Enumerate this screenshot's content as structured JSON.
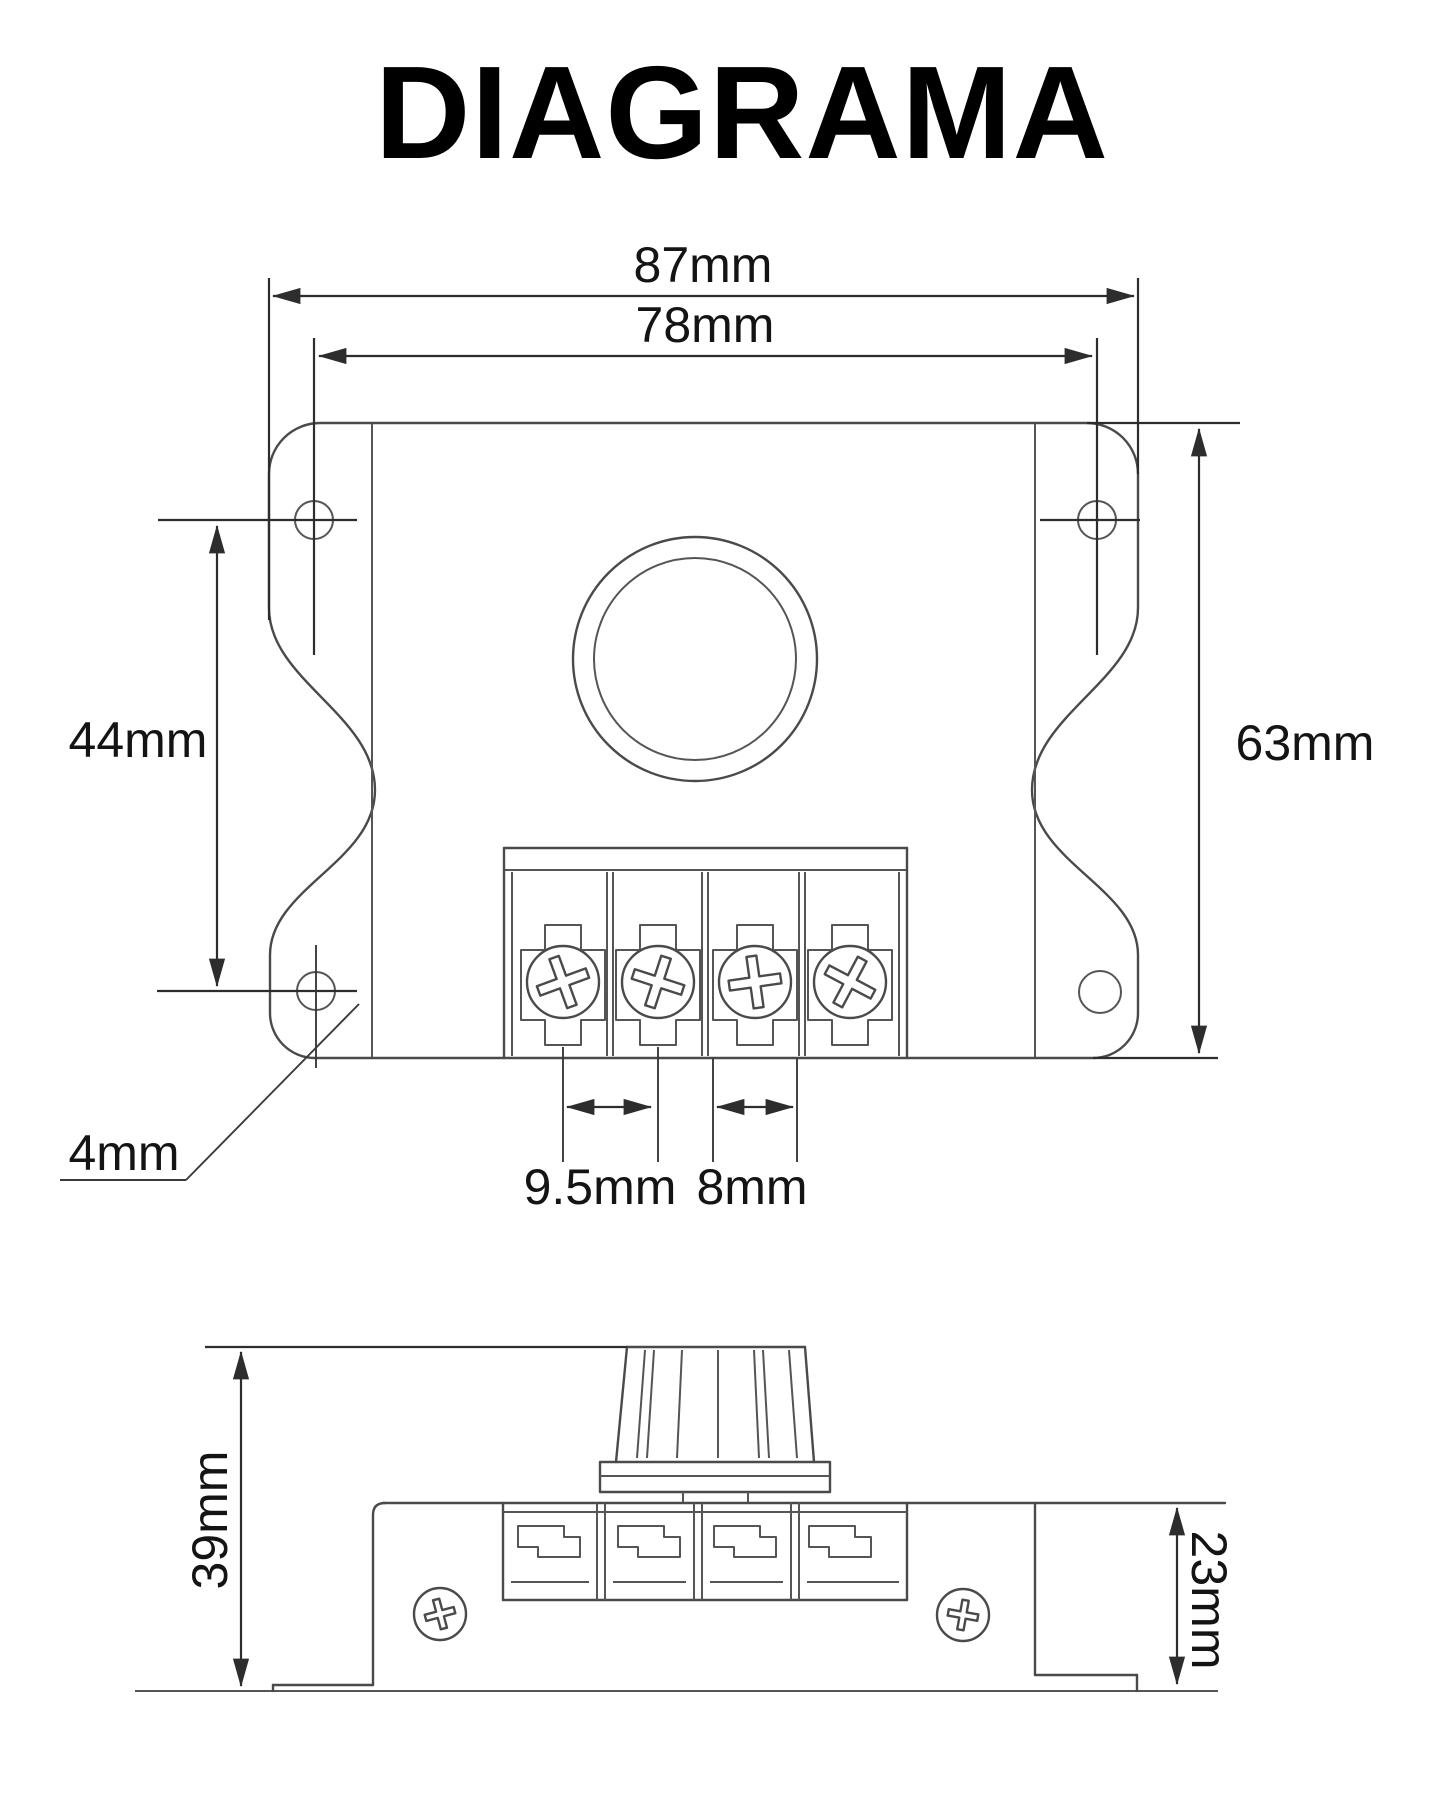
{
  "title": "DIAGRAMA",
  "colors": {
    "background": "#ffffff",
    "ink": "#141414",
    "drawing_line": "#4a4a4a",
    "dimension_line": "#2d2d2d"
  },
  "views": {
    "top": {
      "name": "top view of PWM controller plate",
      "dimensions": {
        "overall_width": "87mm",
        "mount_hole_spacing_horizontal": "78mm",
        "mount_hole_spacing_vertical": "44mm",
        "overall_height": "63mm",
        "mount_hole_diameter": "4mm",
        "terminal_screw_spacing_left_pair": "9.5mm",
        "terminal_slot_width_right": "8mm"
      }
    },
    "side": {
      "name": "side view with potentiometer knob",
      "dimensions": {
        "total_height_with_knob": "39mm",
        "body_height": "23mm"
      }
    }
  }
}
